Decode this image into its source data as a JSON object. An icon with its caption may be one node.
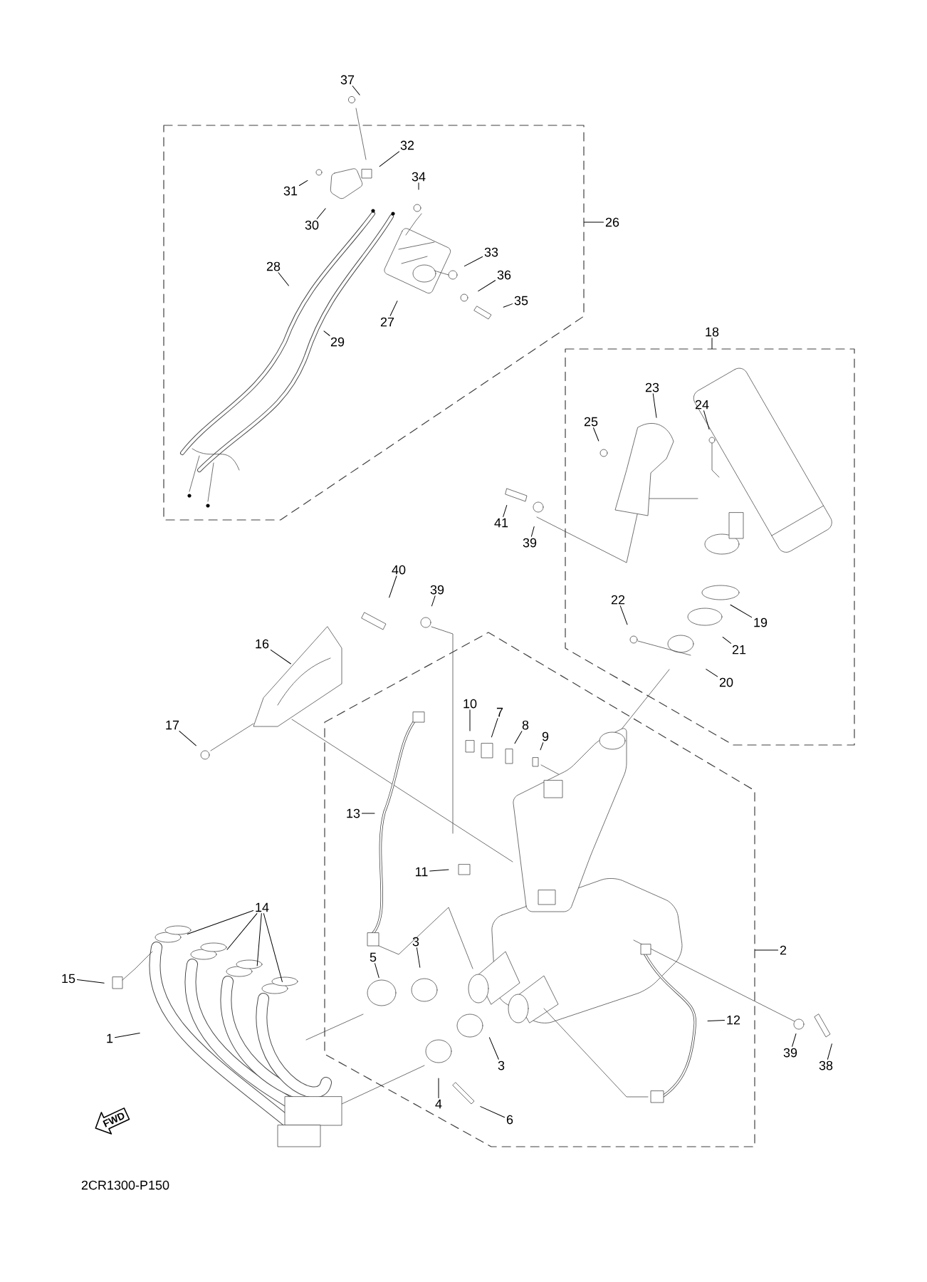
{
  "diagram": {
    "nodes": [
      {
        "text": [],
        "shape": "box"
      },
      {
        "text": [],
        "shape": "box"
      },
      {
        "text": [],
        "shape": "box"
      },
      {
        "text": [
          "37"
        ]
      },
      {
        "text": [
          "32"
        ],
        "in": 0
      },
      {
        "text": [
          "34"
        ],
        "in": 0
      },
      {
        "text": [
          "31"
        ],
        "in": 0
      },
      {
        "text": [
          "30"
        ],
        "in": 0
      },
      {
        "text": [
          "26"
        ]
      },
      {
        "text": [
          "33"
        ],
        "in": 0
      },
      {
        "text": [
          "36"
        ],
        "in": 0
      },
      {
        "text": [
          "35"
        ],
        "in": 0
      },
      {
        "text": [
          "28"
        ],
        "in": 0
      },
      {
        "text": [
          "27"
        ],
        "in": 0
      },
      {
        "text": [
          "29"
        ],
        "in": 0
      },
      {
        "text": [
          "18"
        ]
      },
      {
        "text": [
          "23"
        ],
        "in": 1
      },
      {
        "text": [
          "24"
        ],
        "in": 1
      },
      {
        "text": [
          "25"
        ],
        "in": 1
      },
      {
        "text": [
          "41"
        ]
      },
      {
        "text": [
          "39"
        ]
      },
      {
        "text": [
          "40"
        ]
      },
      {
        "text": [
          "39"
        ]
      },
      {
        "text": [
          "22"
        ],
        "in": 1
      },
      {
        "text": [
          "19"
        ],
        "in": 1
      },
      {
        "text": [
          "16"
        ]
      },
      {
        "text": [
          "21"
        ],
        "in": 1
      },
      {
        "text": [
          "20"
        ],
        "in": 1
      },
      {
        "text": [
          "10"
        ],
        "in": 2
      },
      {
        "text": [
          "7"
        ],
        "in": 2
      },
      {
        "text": [
          "8"
        ],
        "in": 2
      },
      {
        "text": [
          "9"
        ],
        "in": 2
      },
      {
        "text": [
          "17"
        ]
      },
      {
        "text": [
          "13"
        ],
        "in": 2
      },
      {
        "text": [
          "11"
        ],
        "in": 2
      },
      {
        "text": [
          "14"
        ]
      },
      {
        "text": [
          "3"
        ],
        "in": 2
      },
      {
        "text": [
          "2"
        ]
      },
      {
        "text": [
          "5"
        ],
        "in": 2
      },
      {
        "text": [
          "15"
        ]
      },
      {
        "text": [
          "12"
        ],
        "in": 2
      },
      {
        "text": [
          "1"
        ]
      },
      {
        "text": [
          "39"
        ]
      },
      {
        "text": [
          "38"
        ]
      },
      {
        "text": [
          "3"
        ],
        "in": 2
      },
      {
        "text": [
          "4"
        ],
        "in": 2
      },
      {
        "text": [
          "6"
        ],
        "in": 2
      },
      {
        "text": [
          "FWD"
        ]
      }
    ],
    "edges": [
      {
        "from": 3,
        "to": null,
        "arrow": "none"
      },
      {
        "from": 4,
        "to": null,
        "arrow": "none"
      },
      {
        "from": 5,
        "to": null,
        "arrow": "none"
      },
      {
        "from": 6,
        "to": null,
        "arrow": "none"
      },
      {
        "from": 7,
        "to": null,
        "arrow": "none"
      },
      {
        "from": 8,
        "to": 0,
        "arrow": "none"
      },
      {
        "from": 9,
        "to": null,
        "arrow": "none"
      },
      {
        "from": 10,
        "to": null,
        "arrow": "none"
      },
      {
        "from": 11,
        "to": null,
        "arrow": "none"
      },
      {
        "from": 12,
        "to": null,
        "arrow": "none"
      },
      {
        "from": 13,
        "to": null,
        "arrow": "none"
      },
      {
        "from": 14,
        "to": null,
        "arrow": "none"
      },
      {
        "from": 15,
        "to": 1,
        "arrow": "none"
      },
      {
        "from": 16,
        "to": null,
        "arrow": "none"
      },
      {
        "from": 17,
        "to": null,
        "arrow": "none"
      },
      {
        "from": 18,
        "to": null,
        "arrow": "none"
      },
      {
        "from": 19,
        "to": null,
        "arrow": "none"
      },
      {
        "from": 20,
        "to": null,
        "arrow": "none"
      },
      {
        "from": 21,
        "to": null,
        "arrow": "none"
      },
      {
        "from": 22,
        "to": null,
        "arrow": "none"
      },
      {
        "from": 23,
        "to": null,
        "arrow": "none"
      },
      {
        "from": 24,
        "to": null,
        "arrow": "none"
      },
      {
        "from": 25,
        "to": null,
        "arrow": "none"
      },
      {
        "from": 26,
        "to": null,
        "arrow": "none"
      },
      {
        "from": 27,
        "to": null,
        "arrow": "none"
      },
      {
        "from": 28,
        "to": null,
        "arrow": "none"
      },
      {
        "from": 29,
        "to": null,
        "arrow": "none"
      },
      {
        "from": 30,
        "to": null,
        "arrow": "none"
      },
      {
        "from": 31,
        "to": null,
        "arrow": "none"
      },
      {
        "from": 32,
        "to": null,
        "arrow": "none"
      },
      {
        "from": 33,
        "to": null,
        "arrow": "none"
      },
      {
        "from": 34,
        "to": null,
        "arrow": "none"
      },
      {
        "from": 35,
        "to": null,
        "arrow": "none"
      },
      {
        "from": 35,
        "to": null,
        "arrow": "none"
      },
      {
        "from": 35,
        "to": null,
        "arrow": "none"
      },
      {
        "from": 35,
        "to": null,
        "arrow": "none"
      },
      {
        "from": 36,
        "to": null,
        "arrow": "none"
      },
      {
        "from": 37,
        "to": 2,
        "arrow": "none"
      },
      {
        "from": 38,
        "to": null,
        "arrow": "none"
      },
      {
        "from": 39,
        "to": null,
        "arrow": "none"
      },
      {
        "from": 40,
        "to": null,
        "arrow": "none"
      },
      {
        "from": 41,
        "to": null,
        "arrow": "none"
      },
      {
        "from": 42,
        "to": null,
        "arrow": "none"
      },
      {
        "from": 43,
        "to": null,
        "arrow": "none"
      },
      {
        "from": 44,
        "to": null,
        "arrow": "none"
      },
      {
        "from": 45,
        "to": null,
        "arrow": "none"
      },
      {
        "from": 46,
        "to": null,
        "arrow": "none"
      }
    ],
    "labels": [
      "2CR1300-P150"
    ]
  }
}
